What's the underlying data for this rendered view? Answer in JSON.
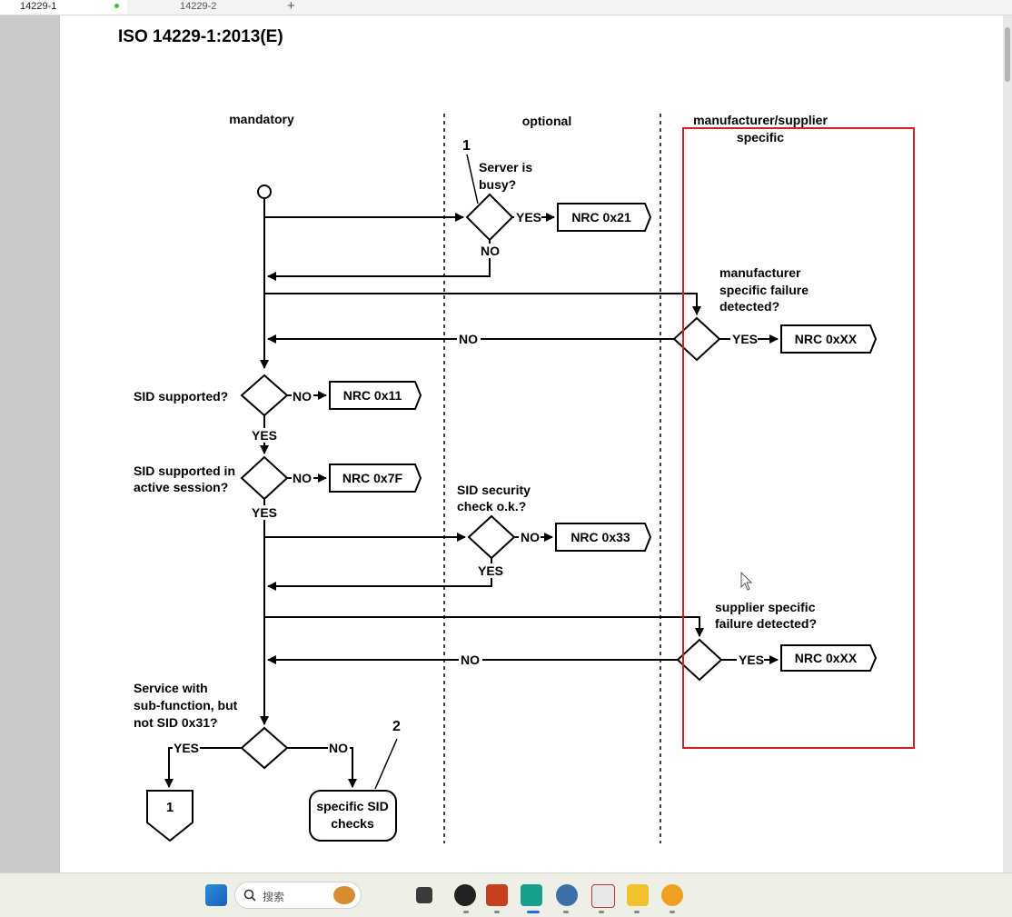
{
  "tabs": [
    {
      "label": "14229-1"
    },
    {
      "label": "14229-2"
    }
  ],
  "tab_add": "+",
  "document": {
    "title": "ISO 14229-1:2013(E)"
  },
  "flowchart": {
    "columns": {
      "mandatory": "mandatory",
      "optional": "optional",
      "manufacturer_line1": "manufacturer/supplier",
      "manufacturer_line2": "specific"
    },
    "callouts": {
      "one": "1",
      "two": "2"
    },
    "questions": {
      "server_busy_1": "Server is",
      "server_busy_2": "busy?",
      "mfr_failure_1": "manufacturer",
      "mfr_failure_2": "specific failure",
      "mfr_failure_3": "detected?",
      "sid_supported": "SID supported?",
      "sid_session_1": "SID supported in",
      "sid_session_2": "active session?",
      "sid_security_1": "SID security",
      "sid_security_2": "check o.k.?",
      "supplier_failure_1": "supplier specific",
      "supplier_failure_2": "failure detected?",
      "subfunction_1": "Service with",
      "subfunction_2": "sub-function, but",
      "subfunction_3": "not SID 0x31?"
    },
    "edge_labels": {
      "yes": "YES",
      "no": "NO"
    },
    "nrc": {
      "busy": "NRC 0x21",
      "mfr": "NRC 0xXX",
      "sid": "NRC 0x11",
      "session": "NRC 0x7F",
      "security": "NRC 0x33",
      "supplier": "NRC 0xXX"
    },
    "end_connector": "1",
    "specific_checks_1": "specific SID",
    "specific_checks_2": "checks"
  },
  "taskbar": {
    "search_placeholder": "搜索",
    "icons": [
      "windows-start-icon",
      "search-icon",
      "widget-icon",
      "task-view-icon",
      "app-icon",
      "powerpoint-icon",
      "app-icon",
      "browser-icon",
      "app-icon",
      "file-explorer-icon",
      "app-icon"
    ]
  },
  "colors": {
    "highlight_box": "#d62020",
    "taskbar_bg": "#eef0e8"
  }
}
